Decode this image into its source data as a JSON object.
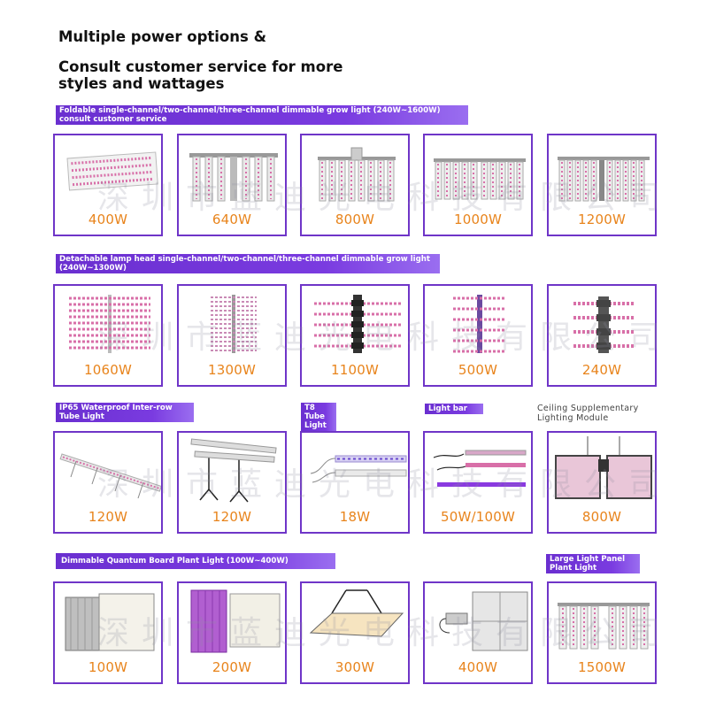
{
  "header": {
    "line1": "Multiple power options &",
    "line2": "Consult customer service for more styles and wattages"
  },
  "sections": {
    "foldable": "Foldable single-channel/two-channel/three-channel dimmable grow light (240W~1600W) consult customer service",
    "detachable": "Detachable lamp head single-channel/two-channel/three-channel dimmable grow light (240W~1300W)",
    "interrow": "IP65 Waterproof Inter-row Tube Light",
    "t8": "T8 Tube Light",
    "lightbar": "Light bar",
    "ceiling": "Ceiling Supplementary Lighting Module",
    "quantum": "Dimmable Quantum Board Plant Light (100W~400W)",
    "panel": "Large Light Panel Plant Light"
  },
  "row1": [
    "400W",
    "640W",
    "800W",
    "1000W",
    "1200W"
  ],
  "row2": [
    "1060W",
    "1300W",
    "1100W",
    "500W",
    "240W"
  ],
  "row3": [
    "120W",
    "120W",
    "18W",
    "50W/100W",
    "800W"
  ],
  "row4": [
    "100W",
    "200W",
    "300W",
    "400W",
    "1500W"
  ],
  "watermark": "深圳市蓝迪光电科技有限公司",
  "colors": {
    "accent": "#6f35c8",
    "label": "#e8841c",
    "led": "#d86fa8"
  }
}
